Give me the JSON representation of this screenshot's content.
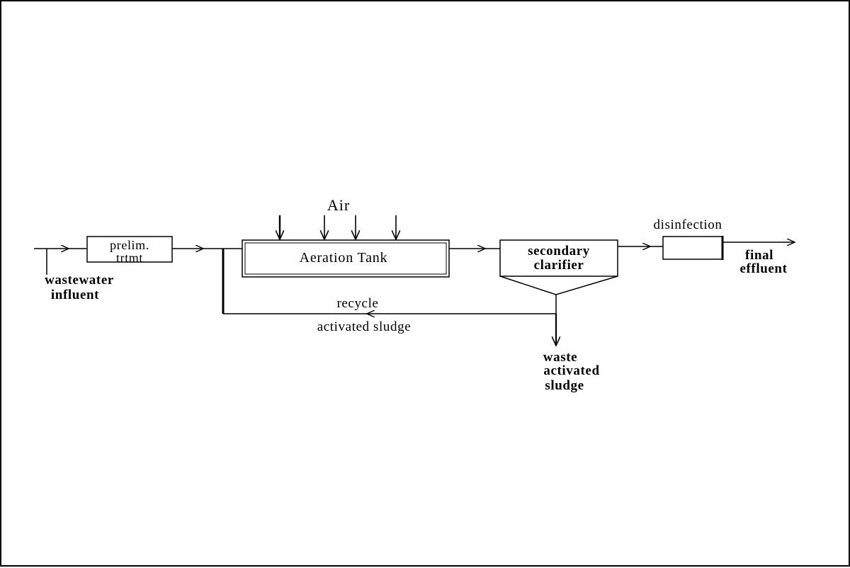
{
  "diagram": {
    "labels": {
      "influent_line1": "wastewater",
      "influent_line2": "influent",
      "prelim_line1": "prelim.",
      "prelim_line2": "trtmt",
      "air": "Air",
      "aeration_tank": "Aeration Tank",
      "clarifier_line1": "secondary",
      "clarifier_line2": "clarifier",
      "disinfection": "disinfection",
      "effluent_line1": "final",
      "effluent_line2": "effluent",
      "recycle_line1": "recycle",
      "recycle_line2": "activated sludge",
      "waste_line1": "waste",
      "waste_line2": "activated",
      "waste_line3": "sludge"
    },
    "colors": {
      "stroke": "#000000",
      "background": "#ffffff"
    }
  }
}
